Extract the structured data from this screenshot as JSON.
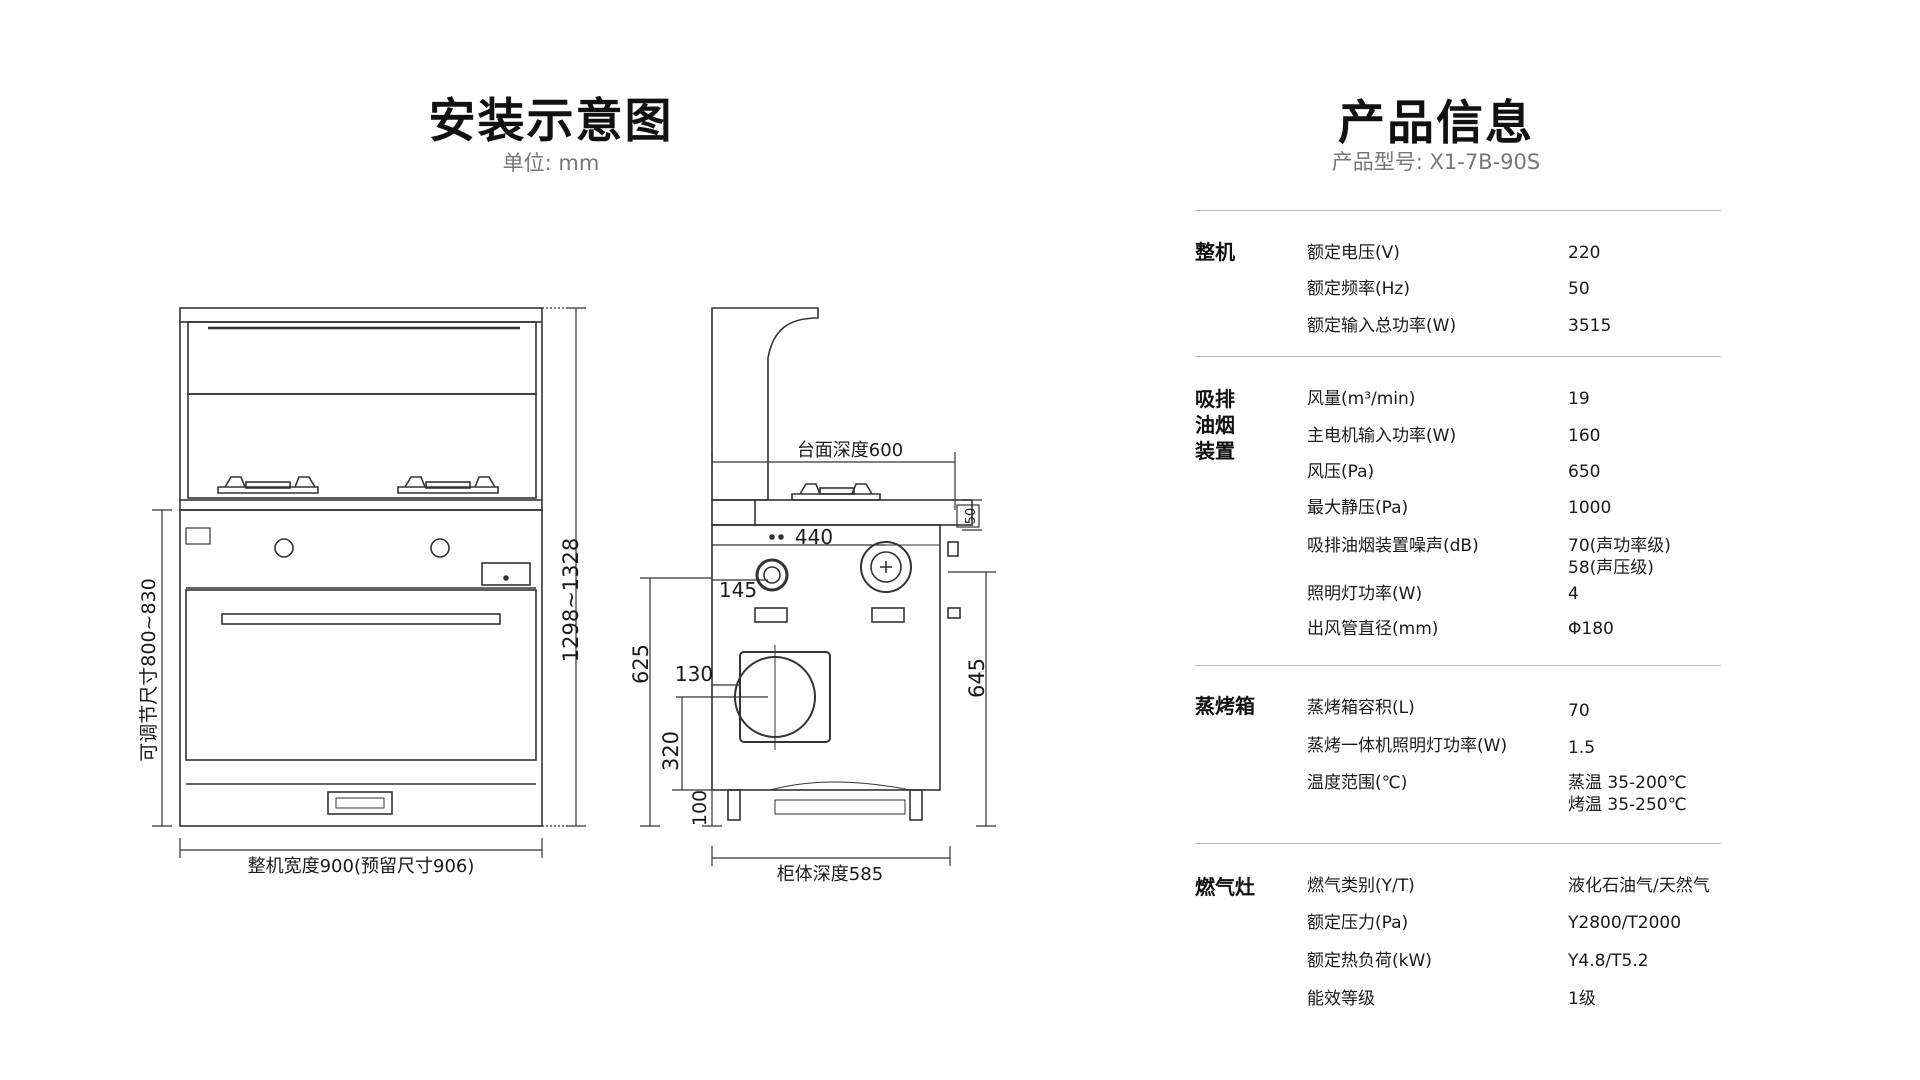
{
  "installation": {
    "title": "安装示意图",
    "unit": "单位: mm",
    "dims": {
      "height_total": "1298~1328",
      "adjustable_height": "可调节尺寸800~830",
      "width_total": "整机宽度900(预留尺寸906)",
      "counter_depth": "台面深度600",
      "counter_thickness": "50",
      "d440": "440",
      "d145": "145",
      "d130": "130",
      "d625": "625",
      "d320": "320",
      "d100": "100",
      "d645": "645",
      "cabinet_depth": "柜体深度585"
    }
  },
  "product": {
    "title": "产品信息",
    "model_label": "产品型号: X1-7B-90S"
  },
  "spec_groups": [
    {
      "name": "整机",
      "rows": [
        {
          "label": "额定电压(V)",
          "value": "220"
        },
        {
          "label": "额定频率(Hz)",
          "value": "50"
        },
        {
          "label": "额定输入总功率(W)",
          "value": "3515"
        }
      ]
    },
    {
      "name": "吸排\n油烟\n装置",
      "rows": [
        {
          "label": "风量(m³/min)",
          "value": "19"
        },
        {
          "label": "主电机输入功率(W)",
          "value": "160"
        },
        {
          "label": "风压(Pa)",
          "value": "650"
        },
        {
          "label": "最大静压(Pa)",
          "value": "1000"
        },
        {
          "label": "吸排油烟装置噪声(dB)",
          "value": "70(声功率级)\n58(声压级)"
        },
        {
          "label": "照明灯功率(W)",
          "value": "4"
        },
        {
          "label": "出风管直径(mm)",
          "value": "Φ180"
        }
      ]
    },
    {
      "name": "蒸烤箱",
      "rows": [
        {
          "label": "蒸烤箱容积(L)",
          "value": "70"
        },
        {
          "label": "蒸烤一体机照明灯功率(W)",
          "value": "1.5"
        },
        {
          "label": "温度范围(℃)",
          "value": "蒸温 35-200℃\n烤温 35-250℃"
        }
      ]
    },
    {
      "name": "燃气灶",
      "rows": [
        {
          "label": "燃气类别(Y/T)",
          "value": "液化石油气/天然气"
        },
        {
          "label": "额定压力(Pa)",
          "value": "Y2800/T2000"
        },
        {
          "label": "额定热负荷(kW)",
          "value": "Y4.8/T5.2"
        },
        {
          "label": "能效等级",
          "value": "1级"
        }
      ]
    }
  ]
}
